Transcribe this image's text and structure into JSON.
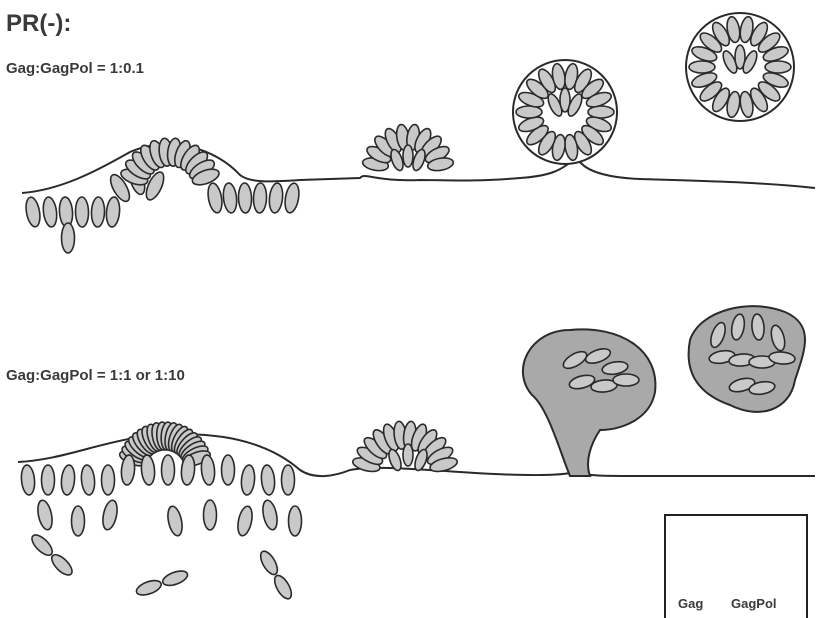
{
  "title": "PR(-):",
  "panels": [
    {
      "ratio_label": "Gag:GagPol = 1:0.1"
    },
    {
      "ratio_label": "Gag:GagPol = 1:1 or 1:10"
    }
  ],
  "legend": {
    "gag_label": "Gag",
    "gagpol_label": "GagPol"
  },
  "colors": {
    "fill": "#c9c9c9",
    "stroke": "#2a2a2a",
    "envelope": "#a9a9a9"
  }
}
